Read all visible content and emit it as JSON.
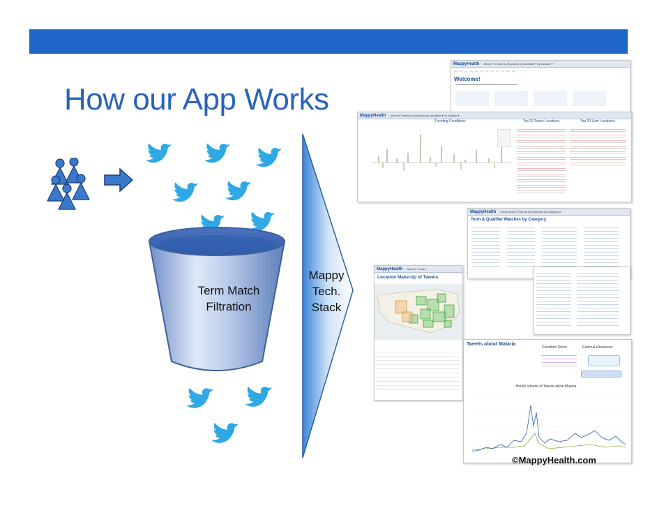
{
  "slide": {
    "title": "How our App Works",
    "bucket_label_line1": "Term Match",
    "bucket_label_line2": "Filtration",
    "funnel_label_line1": "Mappy",
    "funnel_label_line2": "Tech.",
    "funnel_label_line3": "Stack",
    "copyright": "©MappyHealth.com"
  },
  "screens": {
    "brand": "MappyHealth",
    "welcome_title": "Welcome!",
    "trending_title": "Trending Conditions",
    "tweet_locations": "Top 20 Tweet Locations",
    "user_locations": "Top 20 User Locations",
    "term_qualifier": "Term & Qualifier Matches by Category",
    "location_makeup": "Location Make-Up of Tweets",
    "tweets_about": "Tweets about Malaria",
    "condition_terms": "Condition Terms",
    "external_resources": "External Resources",
    "hourly_volume": "Hourly Volume of Tweets about Malaria"
  },
  "colors": {
    "banner": "#1f66c8",
    "title": "#2a64b9",
    "bird": "#2fa8e6",
    "people": "#3a78c9",
    "funnel": "#3b86d6"
  }
}
